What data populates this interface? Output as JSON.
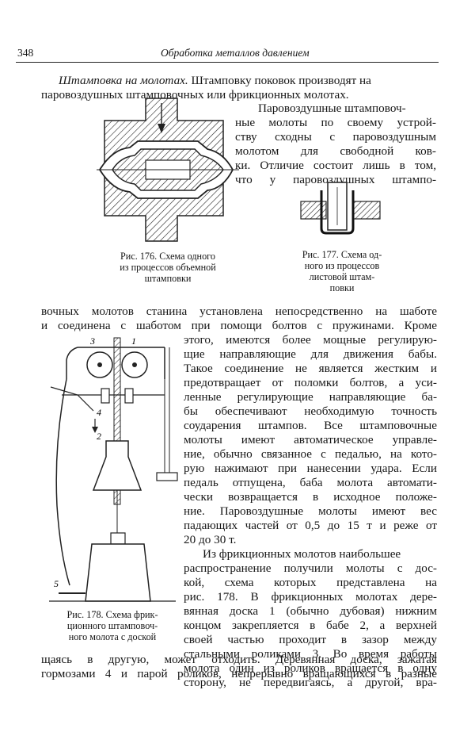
{
  "header": {
    "page_number": "348",
    "running_title": "Обработка металлов давлением"
  },
  "intro": {
    "heading": "Штамповка на молотах.",
    "line1_rest": " Штамповку поковок производят на",
    "line2": "паровоздушных штамповочных или фрикционных молотах."
  },
  "right_col_top": [
    "Паровоздушные штамповоч-",
    "ные молоты по своему устрой-",
    "ству сходны с паровоздушным",
    "молотом для свободной ков-",
    "ки. Отличие состоит лишь в том,",
    "что у паровоздушных штампо-"
  ],
  "fig176": {
    "caption": [
      "Рис. 176. Схема одного",
      "из процессов объемной",
      "штамповки"
    ]
  },
  "fig177": {
    "caption": [
      "Рис. 177. Схема од-",
      "ного из процессов",
      "листовой штам-",
      "повки"
    ]
  },
  "full_lines_mid": [
    "вочных молотов станина установлена непосредственно на шаботе",
    "и соединена с шаботом при помощи болтов с пружинами. Кроме"
  ],
  "right_col_mid": [
    "этого, имеются более мощные регулирую-",
    "щие направляющие для движения бабы.",
    "Такое соединение не является жестким и",
    "предотвращает от поломки болтов, а уси-",
    "ленные регулирующие направляющие ба-",
    "бы обеспечивают необходимую точность",
    "соударения штампов. Все штамповочные",
    "молоты имеют автоматическое управле-",
    "ние, обычно связанное с педалью, на кото-",
    "рую нажимают при нанесении удара. Если",
    "педаль отпущена, баба молота автомати-",
    "чески возвращается в исходное положе-",
    "ние. Паровоздушные молоты имеют вес",
    "падающих частей от 0,5 до 15 т и реже от",
    "20 до 30 т.",
    "Из фрикционных молотов наибольшее",
    "распространение получили молоты с дос-",
    "кой, схема которых представлена на",
    "рис. 178. В фрикционных молотах дере-",
    "вянная доска 1 (обычно дубовая) нижним",
    "концом закрепляется в бабе 2, а верхней",
    "своей частью проходит в зазор между",
    "стальными роликами 3. Во время работы",
    "молота один из роликов вращается в одну",
    "сторону, не передвигаясь, а другой, вра-"
  ],
  "fig178": {
    "caption": [
      "Рис. 178. Схема фрик-",
      "ционного штамповоч-",
      "ного молота с доской"
    ],
    "labels": [
      "1",
      "2",
      "3",
      "4",
      "5"
    ]
  },
  "full_lines_bottom": [
    "щаясь в другую, может отходить. Деревянная доска, зажатая",
    "гормозами 4 и парой роликов, непрерывно вращающихся в разные"
  ]
}
